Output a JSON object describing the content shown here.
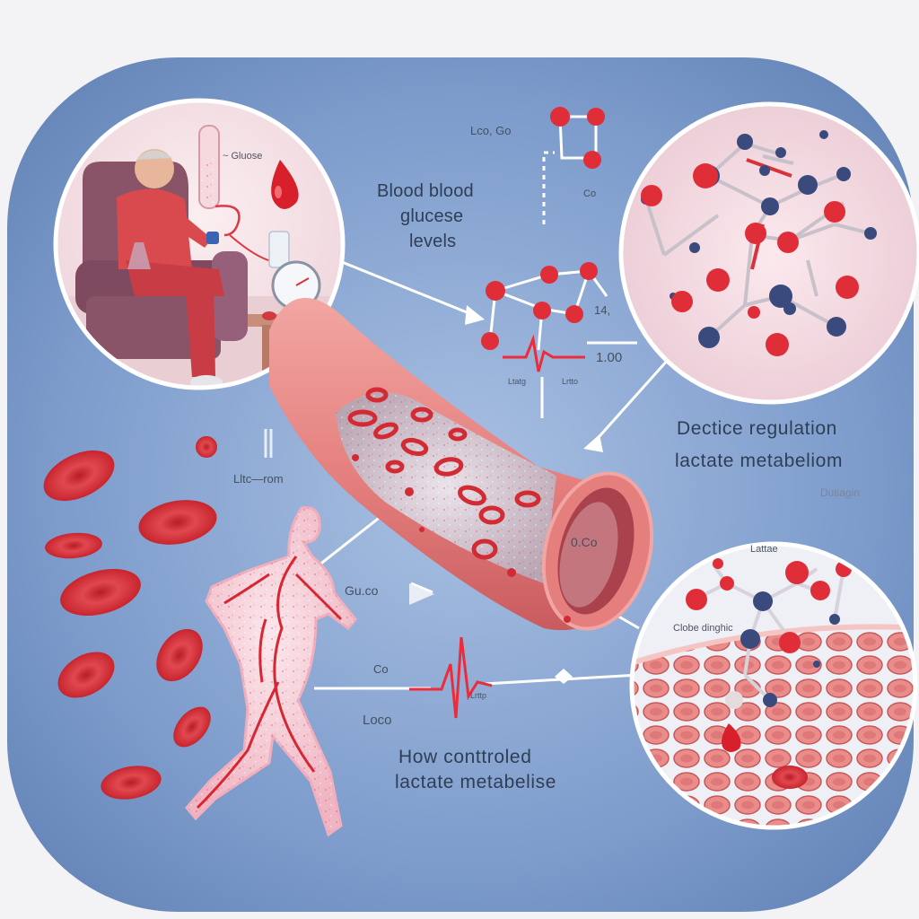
{
  "labels": {
    "blood_glucose": [
      "Blood blood",
      "glucese",
      "levels"
    ],
    "inset_gluose": "~ Gluose",
    "formula_top": "Lco, Go",
    "formula_co": "Co",
    "formula_14": "14,",
    "formula_100": "1.00",
    "wave_small_1": "Ltatg",
    "wave_small_2": "Lrtto",
    "regulation": [
      "Dectice regulation",
      "lactate metabeliom"
    ],
    "dutiagin": "Dutiagin",
    "left_mid": "Lltc—rom",
    "oco": "0.Co",
    "gulco": "Gu.co",
    "co_left": "Co",
    "loco": "Loco",
    "wave_small_3": "Lrttp",
    "lattae": "Lattae",
    "clobe": "Clobe dinghic",
    "bottom_title": [
      "How conttroled",
      "lactate metabelise"
    ]
  },
  "colors": {
    "background_panel": "#6e8fc0",
    "blood_red": "#d8323a",
    "vessel_pink": "#e88a8a",
    "node_navy": "#3b4a7d",
    "line_white": "#ffffff"
  }
}
